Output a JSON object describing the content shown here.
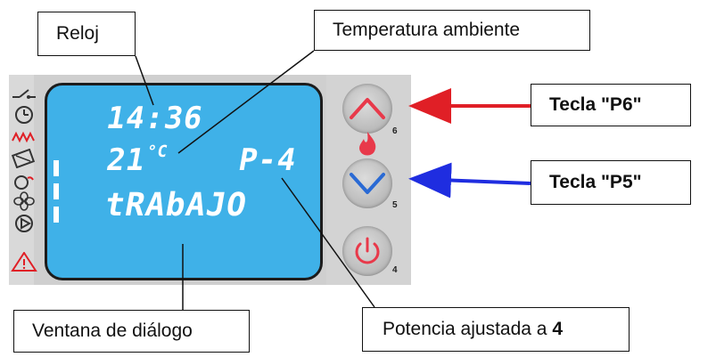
{
  "display": {
    "clock": "14:36",
    "temperature": "21",
    "temperature_unit": "°C",
    "power_level": "P-4",
    "message": "tRAbAJO"
  },
  "labels": {
    "clock": "Reloj",
    "ambient_temp": "Temperatura ambiente",
    "dialog_window": "Ventana de diálogo",
    "power_prefix": "Potencia ajustada a",
    "power_value": "4",
    "key_up": "Tecla \"P6\"",
    "key_down": "Tecla \"P5\""
  },
  "buttons": {
    "up_number": "6",
    "down_number": "5",
    "power_number": "4"
  },
  "icons": [
    "switch-icon",
    "timer-icon",
    "resistance-icon",
    "fan-cartridge-icon",
    "snail-fan-icon",
    "fan-icon",
    "pump-icon",
    "warning-icon"
  ],
  "colors": {
    "screen": "#3fb1e8",
    "arrow_up": "#e01f26",
    "arrow_down": "#1f2de0",
    "accent_red": "#e8394a",
    "accent_blue": "#2a6ad4"
  }
}
